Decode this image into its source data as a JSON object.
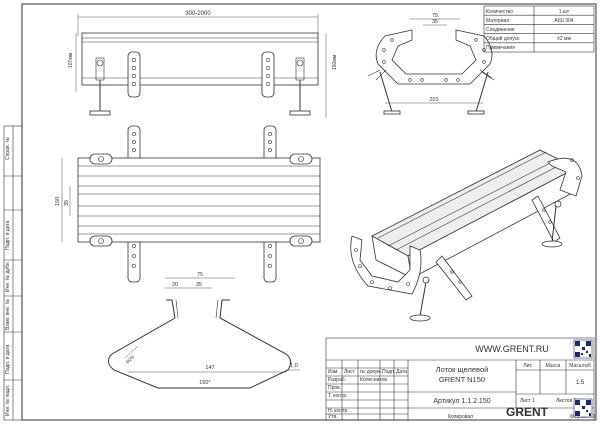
{
  "properties": [
    {
      "label": "Количество",
      "value": "1 шт"
    },
    {
      "label": "Материал",
      "value": "AISI 304"
    },
    {
      "label": "Соединение",
      "value": ""
    },
    {
      "label": "Общий допуск",
      "value": "±2 мм"
    },
    {
      "label": "Примечания",
      "value": ""
    }
  ],
  "dims": {
    "len": "300-2000",
    "h107": "107мм",
    "h150": "150мм",
    "top75": "75",
    "top35": "35",
    "w201": "201",
    "side150": "150",
    "side35": "35",
    "p75": "75",
    "p20": "20",
    "p35": "35",
    "r1": "R25",
    "a150": "150°",
    "w147": "147",
    "t10": "1,0"
  },
  "margin_labels": [
    "Справ. №",
    "Подп. и дата",
    "Инв. № дубл.",
    "Взам. инв. №",
    "Подп. и дата",
    "Инв. № подл."
  ],
  "website": "WWW.GRENT.RU",
  "title_block": {
    "head": [
      "Изм.",
      "Лист",
      "№ докум.",
      "Подп.",
      "Дата"
    ],
    "roles": [
      "Разраб.",
      "Пров.",
      "Т. контр.",
      "",
      "Н. контр.",
      "Утв."
    ],
    "developer": "Колесников",
    "product_line1": "Лоток щелевой",
    "product_line2": "GRENT N150",
    "article": "Артикул 1.1.2.150",
    "lit_label": "Лит.",
    "mass_label": "Масса",
    "scale_label": "Масштаб",
    "scale": "1:5",
    "sheet": "Лист 1",
    "sheets": "Листов 1",
    "brand": "GRENT",
    "copied": "Копировал",
    "format": "Формат А3"
  }
}
